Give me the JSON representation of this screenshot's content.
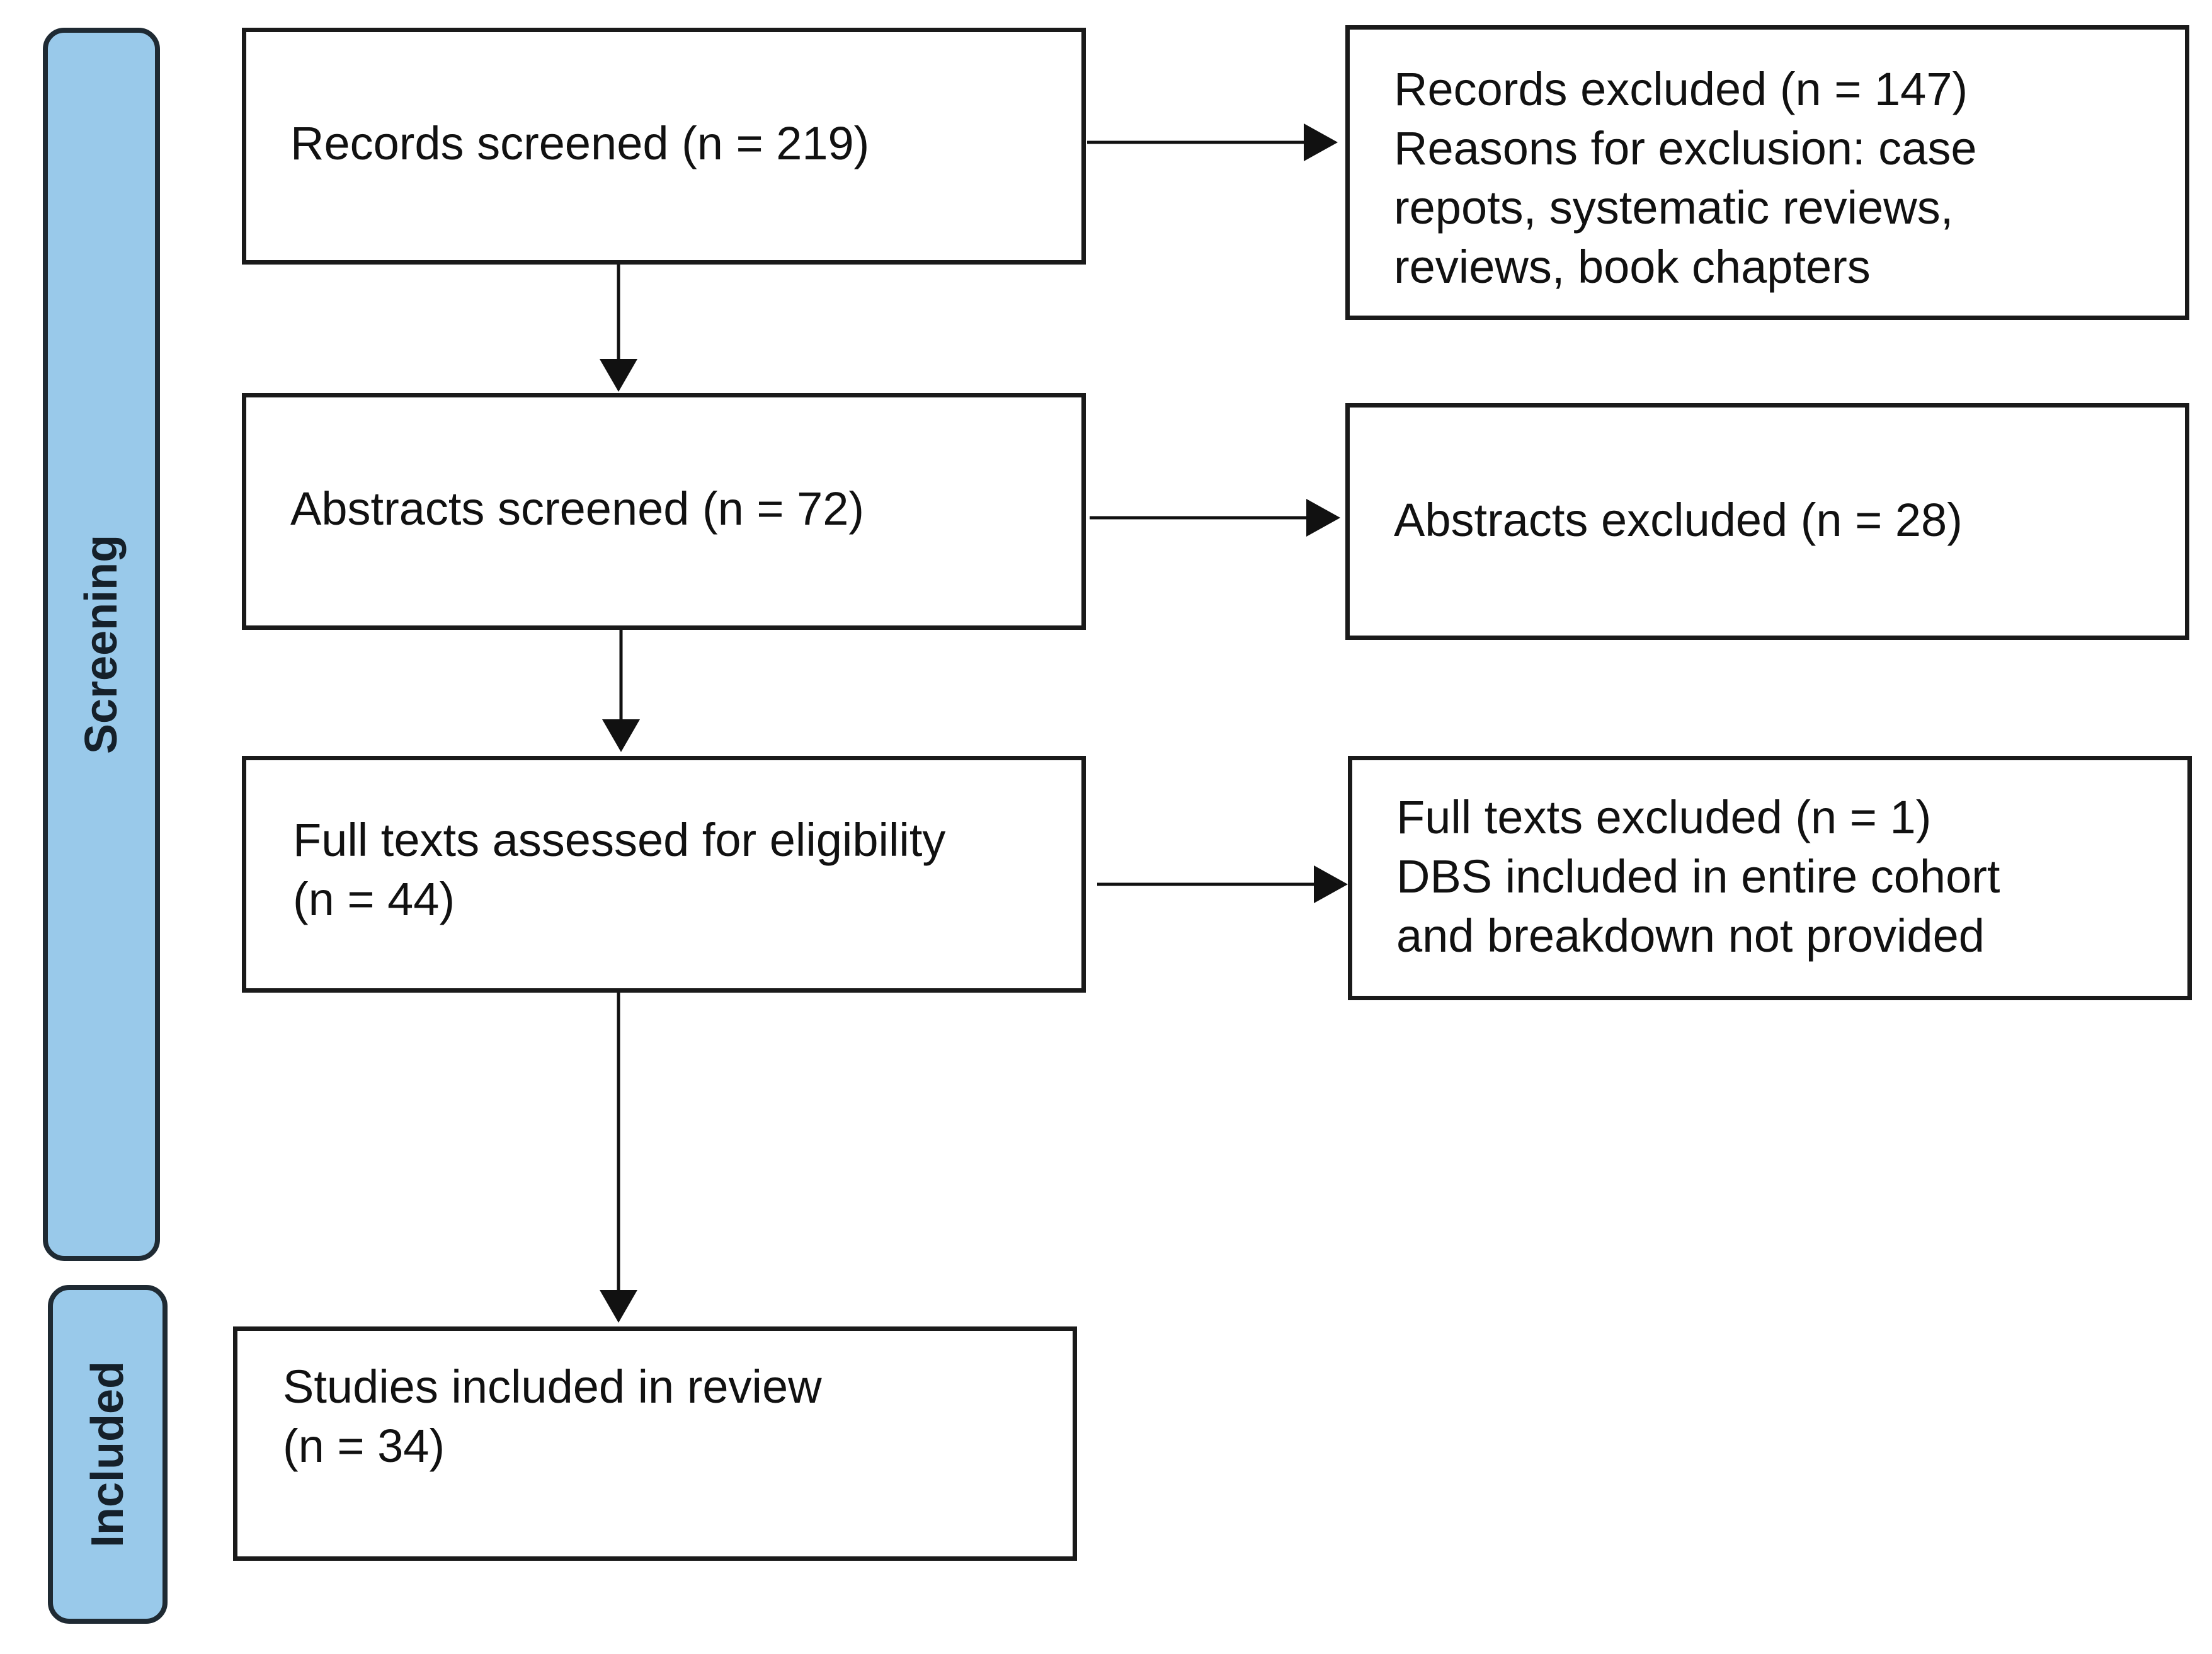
{
  "phases": {
    "screening": {
      "label": "Screening"
    },
    "included": {
      "label": "Included"
    }
  },
  "boxes": {
    "records_screened": {
      "lines": [
        "Records screened (n = 219)"
      ]
    },
    "abstracts_screened": {
      "lines": [
        "Abstracts screened (n = 72)"
      ]
    },
    "full_texts_assessed": {
      "lines": [
        "Full texts assessed for eligibility",
        "(n = 44)"
      ]
    },
    "studies_included": {
      "lines": [
        "Studies included in review",
        "(n = 34)"
      ]
    },
    "records_excluded": {
      "lines": [
        "Records excluded (n = 147)",
        "Reasons for exclusion: case",
        "repots, systematic reviews,",
        "reviews, book chapters"
      ]
    },
    "abstracts_excluded": {
      "lines": [
        "Abstracts excluded (n = 28)"
      ]
    },
    "full_texts_excluded": {
      "lines": [
        "Full texts excluded (n = 1)",
        "DBS included in entire cohort",
        "and breakdown not provided"
      ]
    }
  },
  "colors": {
    "phase_fill": "#99c9ea",
    "phase_border": "#1f2a33",
    "box_border": "#1a1a1a",
    "arrow": "#111111"
  }
}
